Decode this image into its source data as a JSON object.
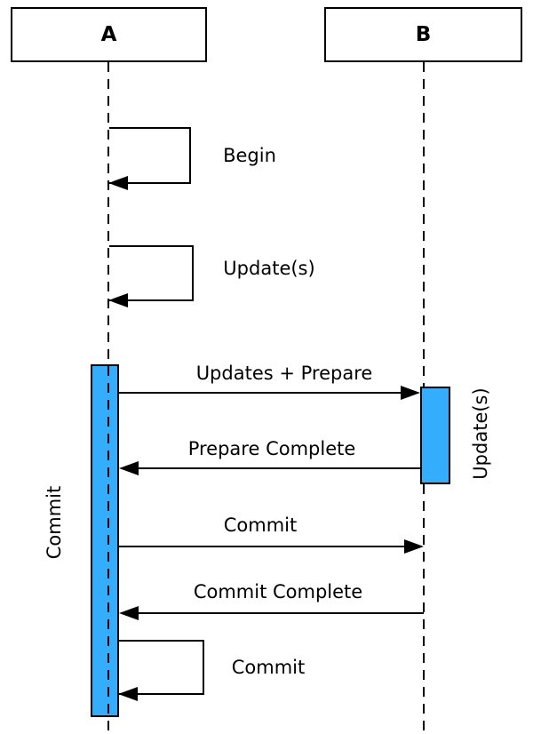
{
  "actors": {
    "a": "A",
    "b": "B"
  },
  "self_messages": {
    "begin": "Begin",
    "updates": "Update(s)",
    "commit": "Commit"
  },
  "messages": {
    "updates_prepare": "Updates + Prepare",
    "prepare_complete": "Prepare Complete",
    "commit": "Commit",
    "commit_complete": "Commit Complete"
  },
  "activations": {
    "a_label": "Commit",
    "b_label": "Update(s)"
  },
  "colors": {
    "activation_fill": "#33ADFC",
    "line": "#000000",
    "background": "#FFFFFF"
  }
}
